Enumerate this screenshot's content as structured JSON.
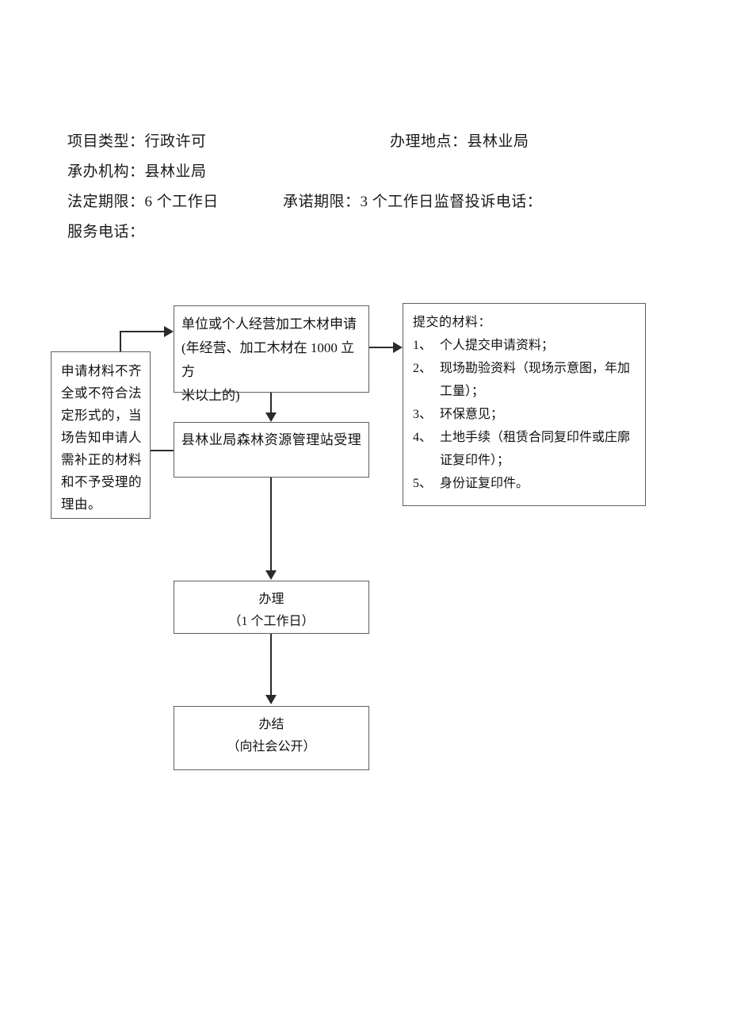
{
  "header": {
    "col1": [
      "项目类型：行政许可",
      "承办机构：县林业局",
      "法定期限：6 个工作日",
      "服务电话："
    ],
    "col2_line1": "办理地点：县林业局",
    "col2_line3": "承诺期限：3 个工作日监督投诉电话："
  },
  "flow": {
    "application": {
      "line1": "单位或个人经营加工木材申请",
      "line2": "(年经营、加工木材在 1000 立方",
      "line3": "米以上的)"
    },
    "rejection": {
      "lines": [
        "申请材料不齐",
        "全或不符合法",
        "定形式的，当",
        "场告知申请人",
        "需补正的材料",
        "和不予受理的",
        "理由。"
      ]
    },
    "accept": {
      "text": "县林业局森林资源管理站受理"
    },
    "process": {
      "title": "办理",
      "subtitle": "（1 个工作日）"
    },
    "done": {
      "title": "办结",
      "subtitle": "（向社会公开）"
    },
    "materials": {
      "title": "提交的材料：",
      "items": [
        {
          "num": "1、",
          "text": "个人提交申请资料；"
        },
        {
          "num": "2、",
          "text": "现场勘验资料（现场示意图，年加工量）；"
        },
        {
          "num": "3、",
          "text": "环保意见；"
        },
        {
          "num": "4、",
          "text": "土地手续（租赁合同复印件或庄廓证复印件）；"
        },
        {
          "num": "5、",
          "text": "身份证复印件。"
        }
      ]
    }
  },
  "colors": {
    "box_border": "#5f5f5f",
    "connector": "#2b2b2b",
    "text": "#111111",
    "background": "#ffffff"
  }
}
